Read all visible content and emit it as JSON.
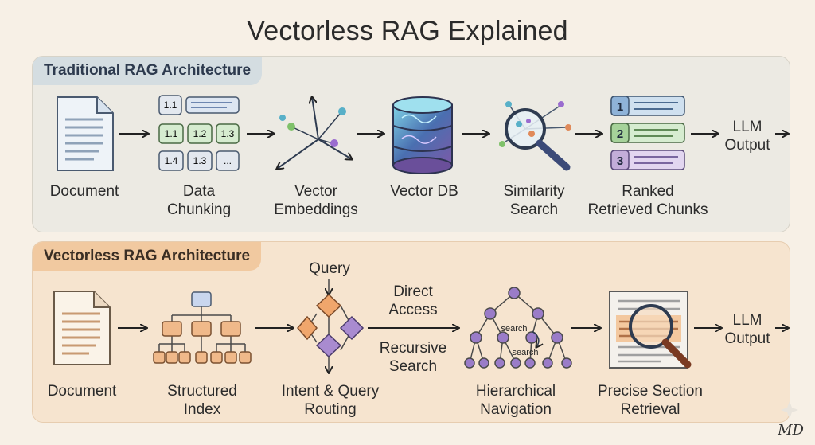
{
  "title": "Vectorless RAG Explained",
  "traditional": {
    "heading": "Traditional RAG Architecture",
    "steps": [
      {
        "line1": "Document",
        "line2": ""
      },
      {
        "line1": "Data",
        "line2": "Chunking"
      },
      {
        "line1": "Vector",
        "line2": "Embeddings"
      },
      {
        "line1": "Vector DB",
        "line2": ""
      },
      {
        "line1": "Similarity",
        "line2": "Search"
      },
      {
        "line1": "Ranked",
        "line2": "Retrieved Chunks"
      }
    ],
    "output": {
      "line1": "LLM",
      "line2": "Output"
    },
    "chunk_cells": [
      "1.1",
      "1.2",
      "1.3",
      "1.4",
      "1.3",
      "...",
      "1.1"
    ],
    "ranked_numbers": [
      "1",
      "2",
      "3"
    ]
  },
  "vectorless": {
    "heading": "Vectorless RAG Architecture",
    "steps": [
      {
        "line1": "Document",
        "line2": ""
      },
      {
        "line1": "Structured",
        "line2": "Index"
      },
      {
        "line1": "Intent & Query",
        "line2": "Routing"
      },
      {
        "line1": "Hierarchical",
        "line2": "Navigation"
      },
      {
        "line1": "Precise Section",
        "line2": "Retrieval"
      }
    ],
    "query_label": "Query",
    "direct_access": {
      "line1": "Direct",
      "line2": "Access"
    },
    "recursive_search": {
      "line1": "Recursive",
      "line2": "Search"
    },
    "search_tags": [
      "search",
      "search"
    ],
    "output": {
      "line1": "LLM",
      "line2": "Output"
    }
  },
  "signature": "MD"
}
